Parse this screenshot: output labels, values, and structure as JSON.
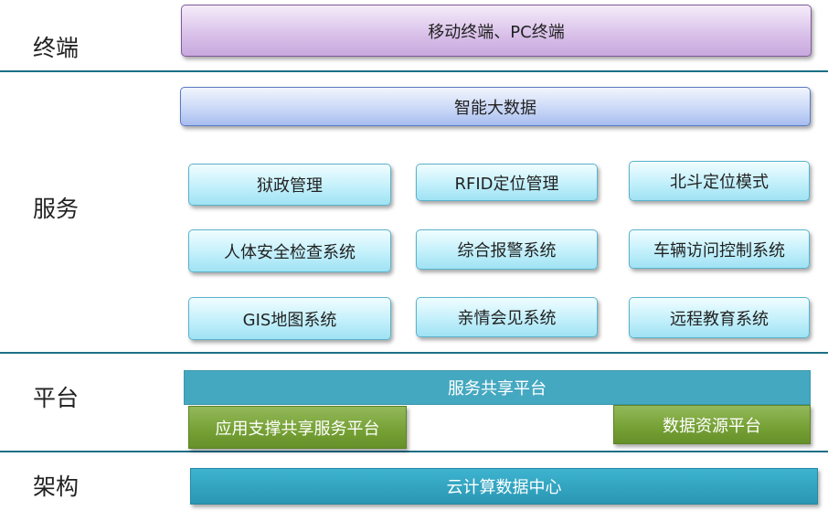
{
  "layers": {
    "terminal": "终端",
    "service": "服务",
    "platform": "平台",
    "architecture": "架构"
  },
  "terminal_box": "移动终端、PC终端",
  "big_data_box": "智能大数据",
  "services": [
    "狱政管理",
    "RFID定位管理",
    "北斗定位模式",
    "人体安全检查系统",
    "综合报警系统",
    "车辆访问控制系统",
    "GIS地图系统",
    "亲情会见系统",
    "远程教育系统"
  ],
  "platform": {
    "shared_service": "服务共享平台",
    "app_support": "应用支撑共享服务平台",
    "data_resource": "数据资源平台"
  },
  "cloud_center": "云计算数据中心",
  "colors": {
    "divider": "#1b6f86",
    "terminal_box": "#d8bfe8",
    "big_data_box": "#c7d6f6",
    "service_box": "#c3f0fb",
    "shared_platform": "#45a8c1",
    "support_platform": "#75a034",
    "cloud_center": "#2a97b3"
  }
}
